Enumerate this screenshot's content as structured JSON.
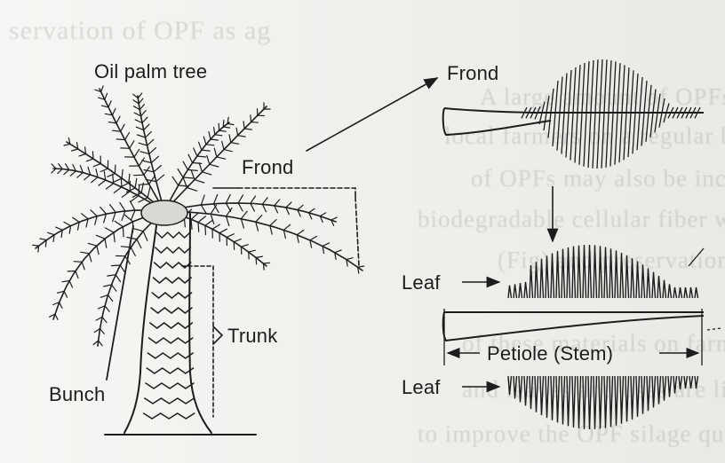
{
  "labels": {
    "title": "Oil palm tree",
    "frond_top": "Frond",
    "frond_tree": "Frond",
    "trunk": "Trunk",
    "bunch": "Bunch",
    "leaf_upper": "Leaf",
    "leaf_lower": "Leaf",
    "petiole": "Petiole (Stem)"
  },
  "bleed_through_text": [
    "servation of OPF as ag",
    "A large amount of OPFs is generated",
    "local farmers on a regular basis periodically. The",
    "of OPFs may also be increased. OPF",
    "biodegradable cellular fiber with high moisture",
    "(Fig) and preservation method",
    "of these materials on farms",
    "and leaves and uses are limited",
    "to improve the OPF silage quality for"
  ],
  "colors": {
    "ink": "#1d1d1d",
    "paper": "#f1f1ef",
    "bleed": "#8f8f8f"
  }
}
